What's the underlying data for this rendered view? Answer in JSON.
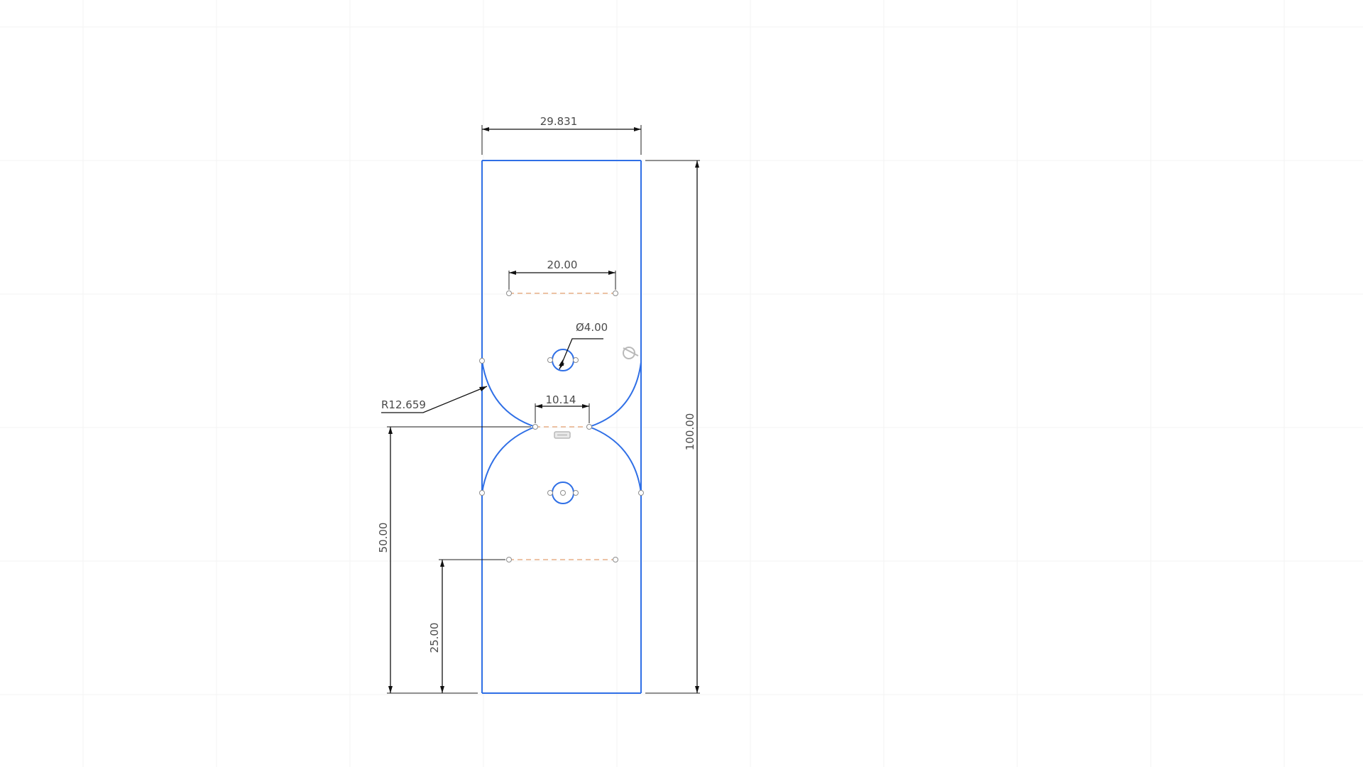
{
  "colors": {
    "background": "#ffffff",
    "grid": "#f3f3f3",
    "profile": "#2f6fe6",
    "dimension": "#111111",
    "dimension_text": "#4a4a4a",
    "construction": "#e8b088",
    "sketch_point": "#8d8d8d",
    "constraint_glyph": "#b9b9b9"
  },
  "dimensions": {
    "overall_width": "29.831",
    "overall_height": "100.00",
    "top_line_length": "20.00",
    "hole_diameter": "Ø4.00",
    "notch_radius": "R12.659",
    "neck_width": "10.14",
    "neck_height": "50.00",
    "bottom_line_height": "25.00"
  },
  "icons": {
    "tangent_constraint": "tangent-constraint-icon",
    "horizontal_constraint": "horizontal-constraint-icon"
  }
}
